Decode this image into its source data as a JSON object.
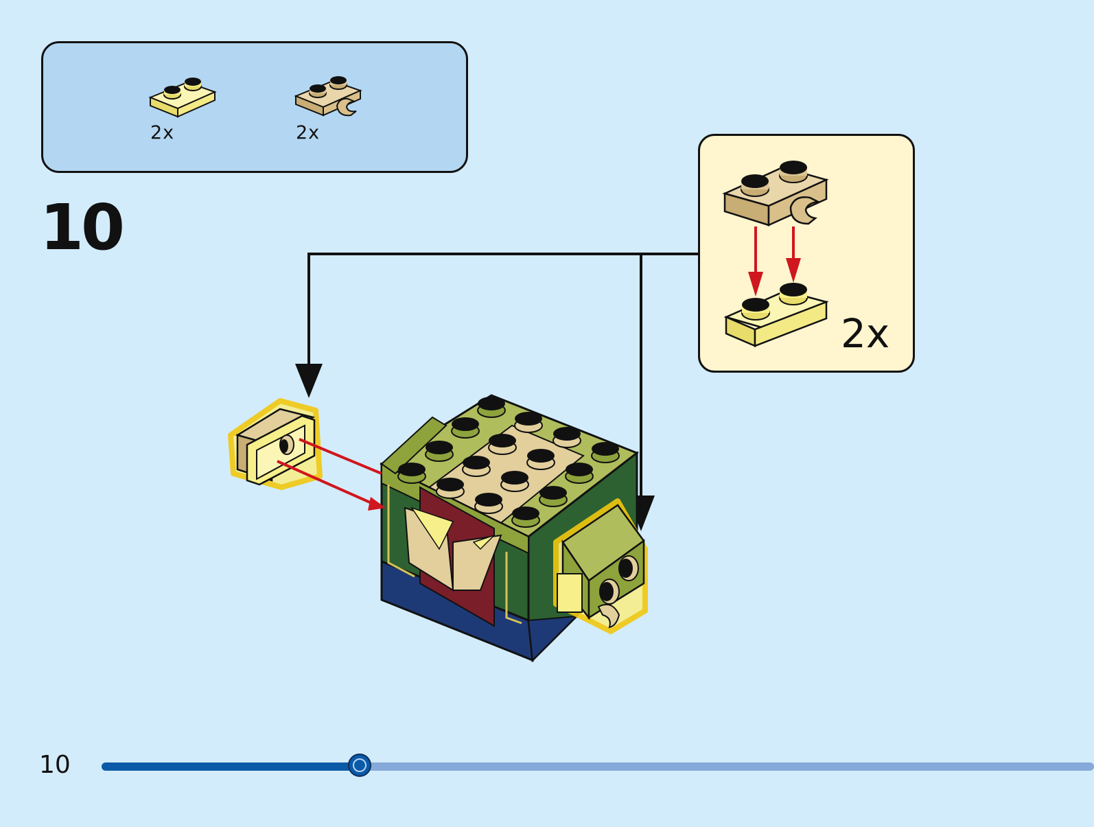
{
  "parts_list": {
    "items": [
      {
        "icon": "yellow-1x2-plate-icon",
        "color": "#f7ef8a",
        "qty": "2x"
      },
      {
        "icon": "tan-1x2-clip-plate-icon",
        "color": "#dcc594",
        "qty": "2x"
      }
    ]
  },
  "step": {
    "number": "10"
  },
  "sub_assembly": {
    "qty": "2x"
  },
  "colors": {
    "background": "#d3ecfb",
    "parts_box": "#b3d7f2",
    "sub_box": "#fff5cf",
    "olive": "#8ea33c",
    "dark_green": "#2e6131",
    "tan": "#dcc594",
    "bright_light_yellow": "#f7ef8a",
    "dark_red": "#7a1e2a",
    "dark_blue": "#1e3a76",
    "arrow_red": "#d0161e"
  },
  "footer": {
    "page_number": "10",
    "progress": 0.26
  }
}
